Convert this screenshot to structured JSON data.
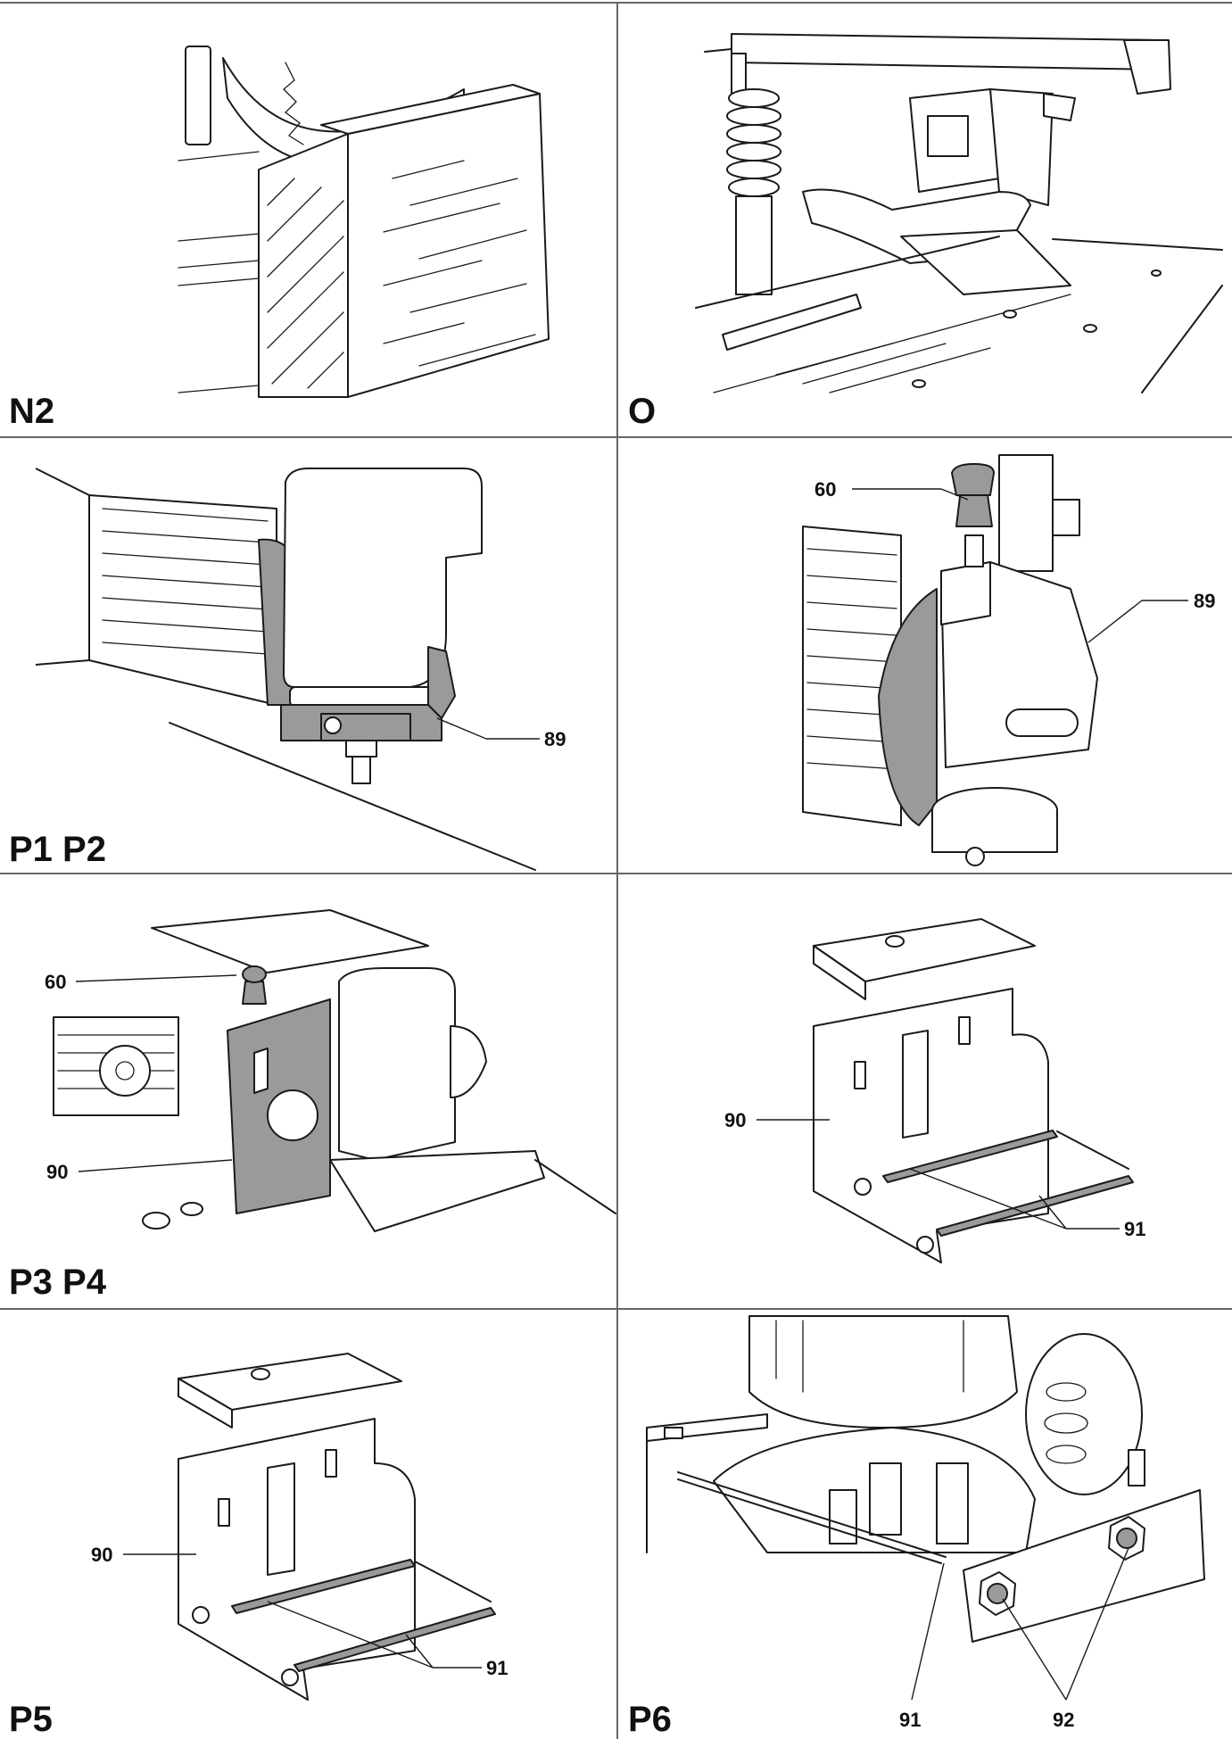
{
  "panels": [
    {
      "id": "N2",
      "label": "N2",
      "callouts": []
    },
    {
      "id": "O",
      "label": "O",
      "callouts": []
    },
    {
      "id": "P1P2",
      "label": "P1 P2",
      "callouts": [
        "89"
      ]
    },
    {
      "id": "P1P2b",
      "label": "",
      "callouts": [
        "60",
        "89"
      ]
    },
    {
      "id": "P3P4",
      "label": "P3 P4",
      "callouts": [
        "60",
        "90"
      ]
    },
    {
      "id": "P3P4b",
      "label": "",
      "callouts": [
        "90",
        "91"
      ]
    },
    {
      "id": "P5",
      "label": "P5",
      "callouts": [
        "90",
        "91"
      ]
    },
    {
      "id": "P6",
      "label": "P6",
      "callouts": [
        "91",
        "92"
      ]
    }
  ],
  "colors": {
    "line": "#1a1a1a",
    "grid": "#666666",
    "part_fill": "#9a9a9a"
  }
}
